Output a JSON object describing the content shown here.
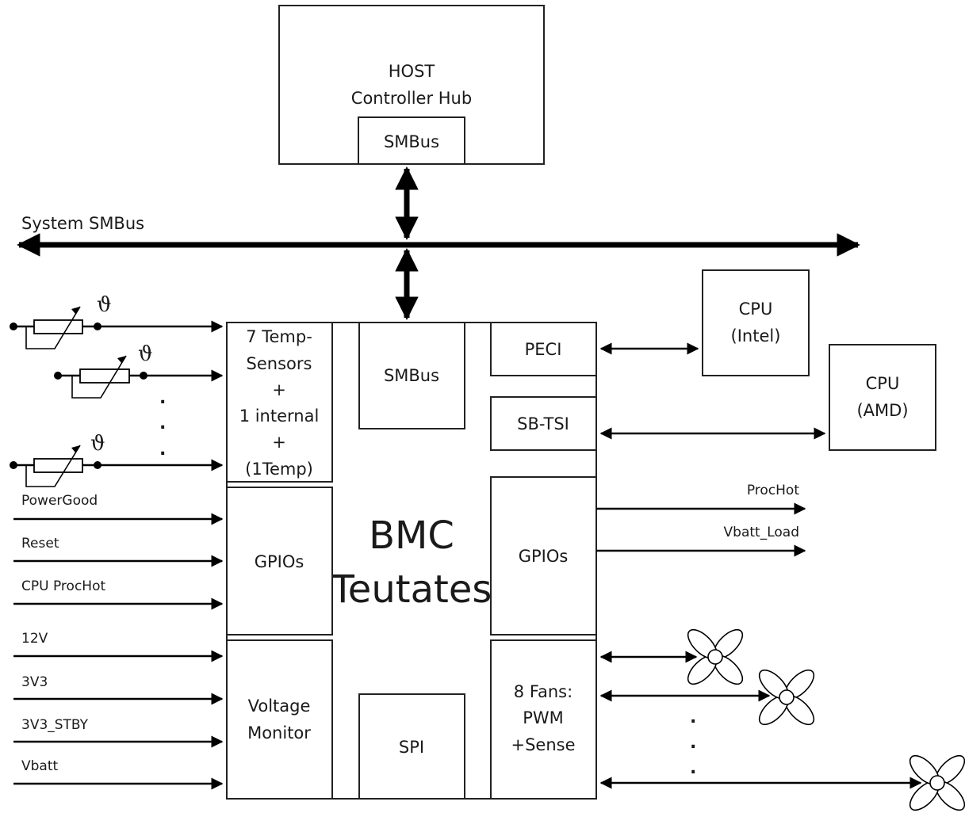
{
  "host": {
    "title_line1": "HOST",
    "title_line2": "Controller Hub",
    "smbus": "SMBus"
  },
  "system_bus": {
    "label": "System SMBus"
  },
  "bmc": {
    "title_line1": "BMC",
    "title_line2": "Teutates",
    "smbus": "SMBus",
    "spi": "SPI",
    "peci": "PECI",
    "sbtsi": "SB-TSI",
    "gpios_left": "GPIOs",
    "gpios_right": "GPIOs",
    "voltage_line1": "Voltage",
    "voltage_line2": "Monitor",
    "temp_lines": [
      "7 Temp-",
      "Sensors",
      "+",
      "1 internal",
      "+",
      "(1Temp)"
    ],
    "fans_lines": [
      "8 Fans:",
      "PWM",
      "+Sense"
    ]
  },
  "cpu_intel": {
    "line1": "CPU",
    "line2": "(Intel)"
  },
  "cpu_amd": {
    "line1": "CPU",
    "line2": "(AMD)"
  },
  "thermistor_symbol": "ϑ",
  "ellipsis_dot": ".",
  "gpio_inputs": [
    "PowerGood",
    "Reset",
    "CPU ProcHot"
  ],
  "voltage_inputs": [
    "12V",
    "3V3",
    "3V3_STBY",
    "Vbatt"
  ],
  "gpio_outputs": [
    "ProcHot",
    "Vbatt_Load"
  ],
  "colors": {
    "line": "#000000",
    "box_stroke": "#222222",
    "text": "#1a1a1a",
    "background": "#ffffff"
  }
}
